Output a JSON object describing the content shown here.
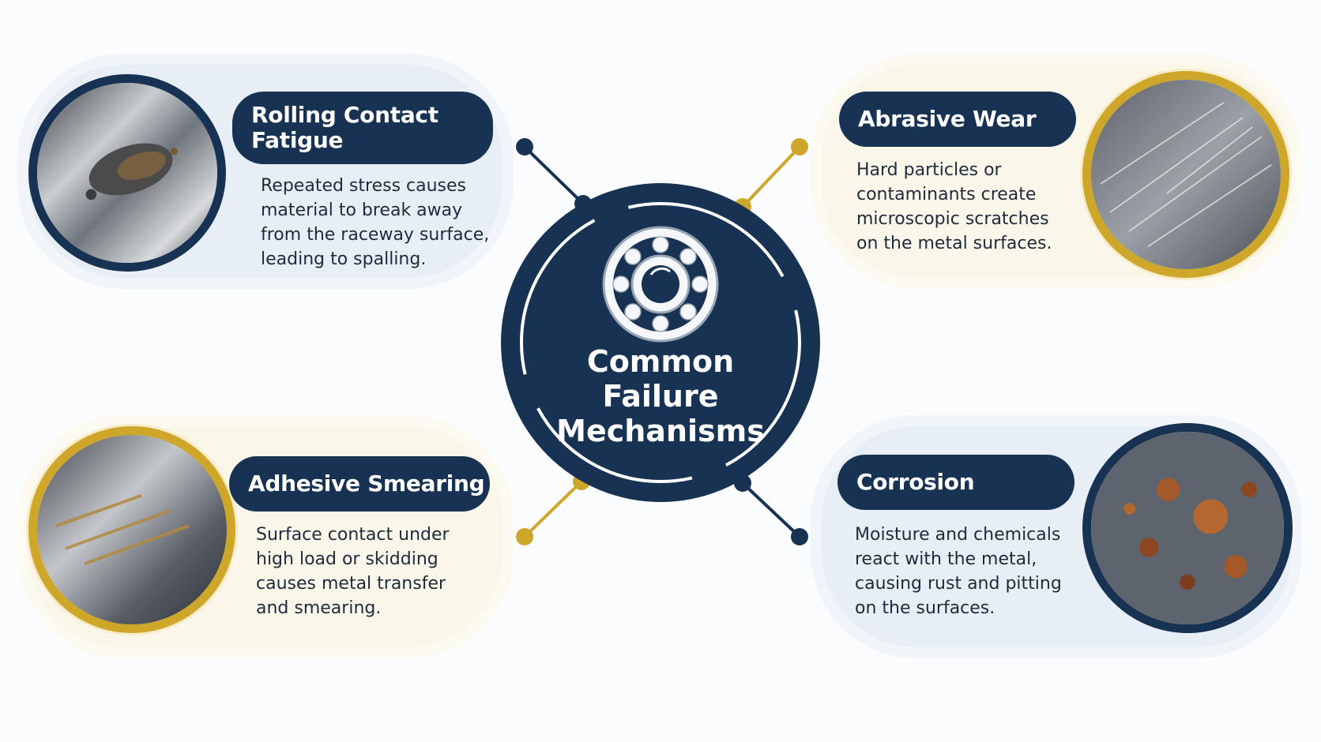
{
  "center": {
    "title": "Common\nFailure\nMechanisms",
    "icon": "ball-bearing-icon"
  },
  "colors": {
    "navy": "#173252",
    "gold": "#cea629",
    "blue_card": "#e8eef6",
    "gold_card": "#fbf6ea"
  },
  "mechanisms": [
    {
      "title": "Rolling Contact\nFatigue",
      "description": "Repeated stress causes\nmaterial to break away\nfrom the raceway surface,\nleading to spalling.",
      "accent": "navy",
      "image": "spalled-raceway-photo"
    },
    {
      "title": "Abrasive Wear",
      "description": "Hard particles or\ncontaminants create\nmicroscopic scratches\non the metal surfaces.",
      "accent": "gold",
      "image": "scratched-metal-photo"
    },
    {
      "title": "Adhesive Smearing",
      "description": "Surface contact under\nhigh load or skidding\ncauses metal transfer\nand smearing.",
      "accent": "gold",
      "image": "smeared-metal-photo"
    },
    {
      "title": "Corrosion",
      "description": "Moisture and chemicals\nreact with the metal,\ncausing rust and pitting\non the surfaces.",
      "accent": "navy",
      "image": "rusted-metal-photo"
    }
  ]
}
